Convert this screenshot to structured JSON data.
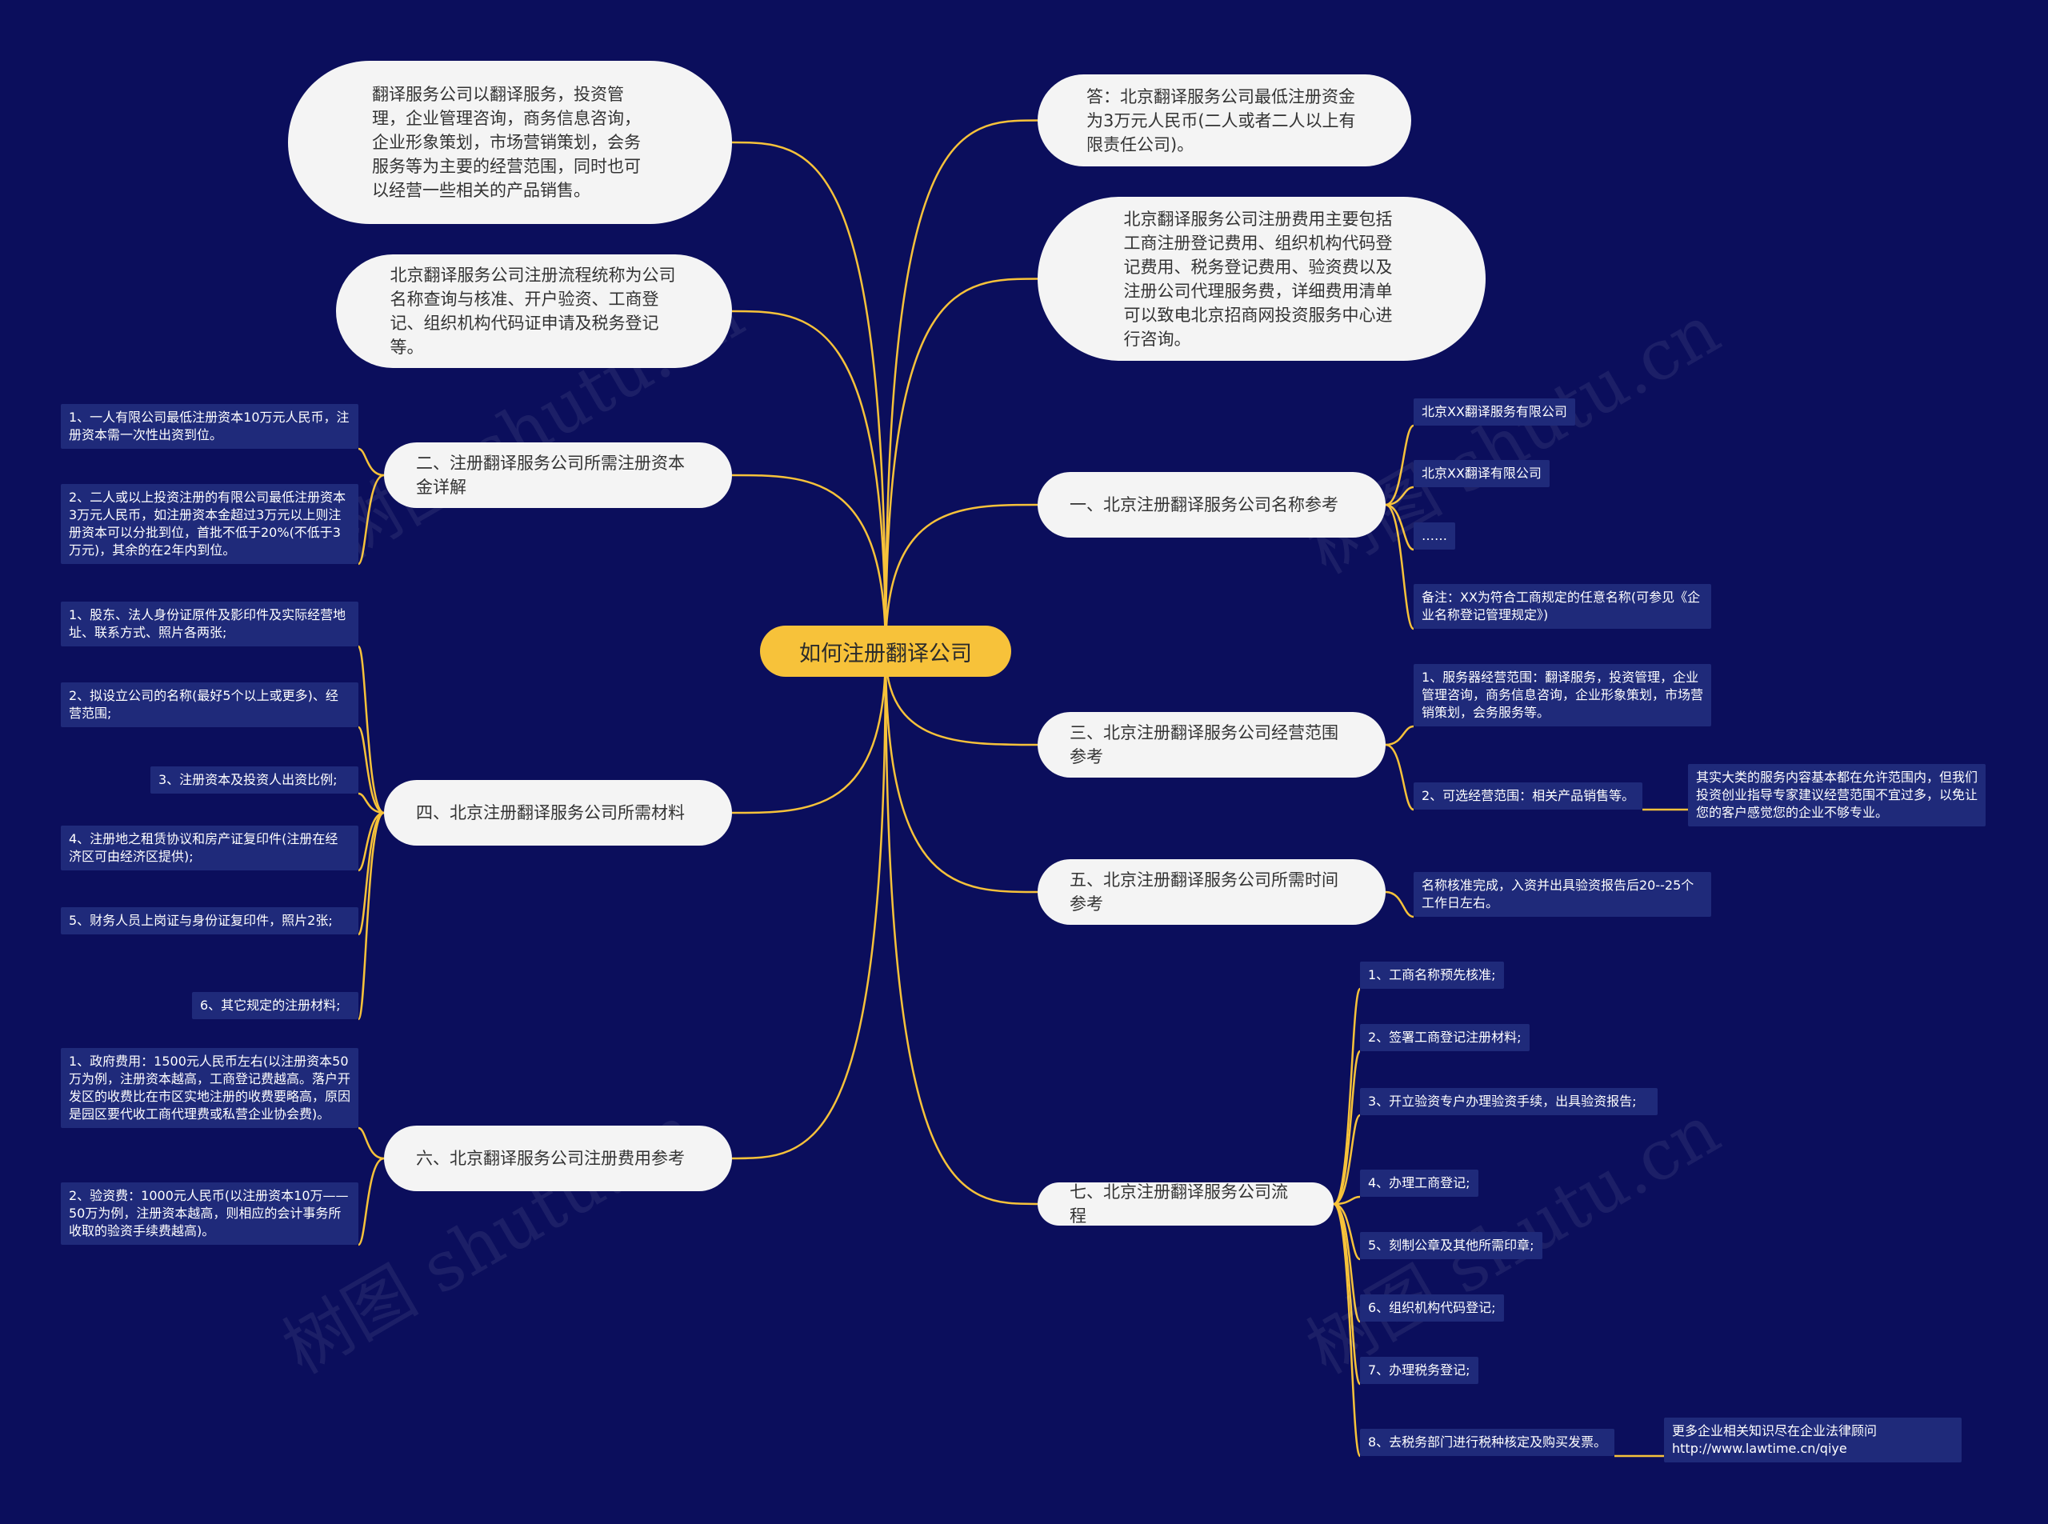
{
  "root": {
    "label": "如何注册翻译公司"
  },
  "watermark": "树图 shutu.cn",
  "colors": {
    "background": "#0b0e5c",
    "link": "#f7c23a",
    "root_fill": "#f7c23a",
    "topic_fill": "#f4f4f4",
    "leaf_fill": "#1f2a7a"
  },
  "left_branches": {
    "scope": "翻译服务公司以翻译服务，投资管理，企业管理咨询，商务信息咨询，企业形象策划，市场营销策划，会务服务等为主要的经营范围，同时也可以经营一些相关的产品销售。",
    "process": "北京翻译服务公司注册流程统称为公司名称查询与核准、开户验资、工商登记、组织机构代码证申请及税务登记等。",
    "capital": {
      "label": "二、注册翻译服务公司所需注册资本金详解",
      "items": [
        "1、一人有限公司最低注册资本10万元人民币，注册资本需一次性出资到位。",
        "2、二人或以上投资注册的有限公司最低注册资本3万元人民币，如注册资本金超过3万元以上则注册资本可以分批到位，首批不低于20%(不低于3万元)，其余的在2年内到位。"
      ]
    },
    "materials": {
      "label": "四、北京注册翻译服务公司所需材料",
      "items": [
        "1、股东、法人身份证原件及影印件及实际经营地址、联系方式、照片各两张;",
        "2、拟设立公司的名称(最好5个以上或更多)、经营范围;",
        "3、注册资本及投资人出资比例;",
        "4、注册地之租赁协议和房产证复印件(注册在经济区可由经济区提供);",
        "5、财务人员上岗证与身份证复印件，照片2张;",
        "6、其它规定的注册材料;"
      ]
    },
    "fees": {
      "label": "六、北京翻译服务公司注册费用参考",
      "items": [
        "1、政府费用：1500元人民币左右(以注册资本50万为例，注册资本越高，工商登记费越高。落户开发区的收费比在市区实地注册的收费要略高，原因是园区要代收工商代理费或私营企业协会费)。",
        "2、验资费：1000元人民币(以注册资本10万——50万为例，注册资本越高，则相应的会计事务所收取的验资手续费越高)。"
      ]
    }
  },
  "right_branches": {
    "answer": "答：北京翻译服务公司最低注册资金为3万元人民币(二人或者二人以上有限责任公司)。",
    "cost": "北京翻译服务公司注册费用主要包括工商注册登记费用、组织机构代码登记费用、税务登记费用、验资费以及注册公司代理服务费，详细费用清单可以致电北京招商网投资服务中心进行咨询。",
    "names": {
      "label": "一、北京注册翻译服务公司名称参考",
      "items": [
        "北京XX翻译服务有限公司",
        "北京XX翻译有限公司",
        "……",
        "备注：XX为符合工商规定的任意名称(可参见《企业名称登记管理规定》)"
      ]
    },
    "business": {
      "label": "三、北京注册翻译服务公司经营范围参考",
      "items": [
        "1、服务器经营范围：翻译服务，投资管理，企业管理咨询，商务信息咨询，企业形象策划，市场营销策划，会务服务等。",
        "2、可选经营范围：相关产品销售等。"
      ],
      "note": "其实大类的服务内容基本都在允许范围内，但我们投资创业指导专家建议经营范围不宜过多，以免让您的客户感觉您的企业不够专业。"
    },
    "time": {
      "label": "五、北京注册翻译服务公司所需时间参考",
      "items": [
        "名称核准完成，入资并出具验资报告后20--25个工作日左右。"
      ]
    },
    "flow": {
      "label": "七、北京注册翻译服务公司流程",
      "items": [
        "1、工商名称预先核准;",
        "2、签署工商登记注册材料;",
        "3、开立验资专户办理验资手续，出具验资报告;",
        "4、办理工商登记;",
        "5、刻制公章及其他所需印章;",
        "6、组织机构代码登记;",
        "7、办理税务登记;",
        "8、去税务部门进行税种核定及购买发票。"
      ],
      "note": "更多企业相关知识尽在企业法律顾问http://www.lawtime.cn/qiye"
    }
  }
}
